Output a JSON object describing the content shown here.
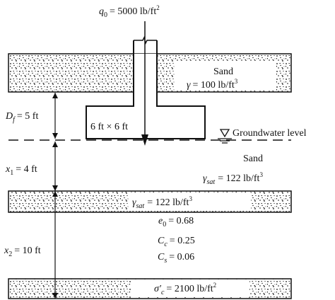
{
  "load": {
    "symbol": "q",
    "sub": "0",
    "value": "= 5000 lb/ft",
    "exp": "2"
  },
  "upper_sand": {
    "name": "Sand",
    "unit_weight_symbol": "γ",
    "unit_weight_value": "= 100 lb/ft",
    "exp": "3"
  },
  "depth": {
    "symbol": "D",
    "sub": "f",
    "value": "= 5 ft"
  },
  "footing": {
    "size": "6 ft × 6 ft"
  },
  "water": {
    "label": "Groundwater level"
  },
  "lower_sand": {
    "name": "Sand",
    "unit_weight_symbol": "γ",
    "unit_weight_sub": "sat",
    "unit_weight_value": "= 122 lb/ft",
    "exp": "3"
  },
  "x1": {
    "symbol": "x",
    "sub": "1",
    "value": "= 4 ft"
  },
  "x2": {
    "symbol": "x",
    "sub": "2",
    "value": "= 10 ft"
  },
  "clay": {
    "gamma_symbol": "γ",
    "gamma_sub": "sat",
    "gamma_value": "= 122 lb/ft",
    "gamma_exp": "3",
    "e0_symbol": "e",
    "e0_sub": "0",
    "e0_value": "= 0.68",
    "cc_symbol": "C",
    "cc_sub": "c",
    "cc_value": "= 0.25",
    "cs_symbol": "C",
    "cs_sub": "s",
    "cs_value": "= 0.06",
    "sigma_symbol": "σ′",
    "sigma_sub": "c",
    "sigma_value": "= 2100 lb/ft",
    "sigma_exp": "2"
  },
  "colors": {
    "ink": "#111111",
    "background": "#ffffff"
  }
}
